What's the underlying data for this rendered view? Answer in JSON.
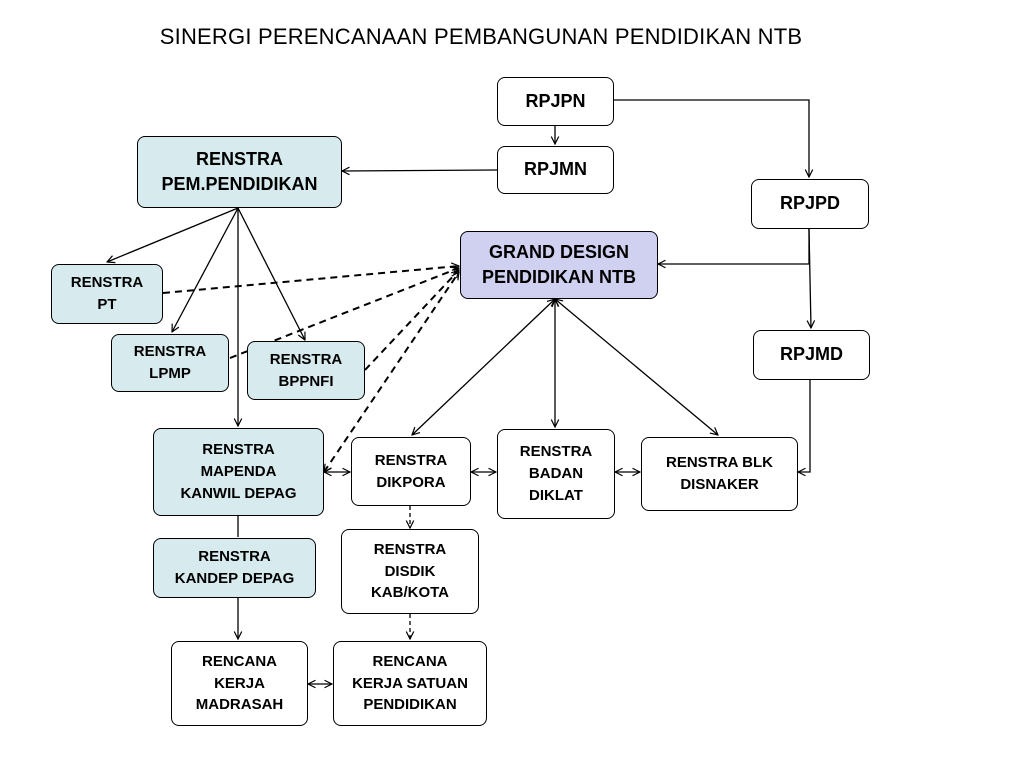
{
  "title": "SINERGI PERENCANAAN PEMBANGUNAN PENDIDIKAN NTB",
  "nodes": {
    "rpjpn": "RPJPN",
    "rpjmn": "RPJMN",
    "rpjpd": "RPJPD",
    "rpjmd": "RPJMD",
    "renstra_pem": "RENSTRA\nPEM.PENDIDIKAN",
    "grand_design": "GRAND DESIGN\nPENDIDIKAN NTB",
    "renstra_pt": "RENSTRA\nPT",
    "renstra_lpmp": "RENSTRA\nLPMP",
    "renstra_bppnfi": "RENSTRA\nBPPNFI",
    "renstra_mapenda": "RENSTRA\nMAPENDA\nKANWIL DEPAG",
    "renstra_kandep": "RENSTRA\nKANDEP DEPAG",
    "renstra_dikpora": "RENSTRA\nDIKPORA",
    "renstra_badan_diklat": "RENSTRA\nBADAN\nDIKLAT",
    "renstra_blk": "RENSTRA BLK\nDISNAKER",
    "renstra_disdik": "RENSTRA\nDISDIK\nKAB/KOTA",
    "rencana_madrasah": "RENCANA\nKERJA\nMADRASAH",
    "rencana_satuan": "RENCANA\nKERJA SATUAN\nPENDIDIKAN"
  },
  "colors": {
    "renstra_fill": "#d7ebef",
    "grand_design_fill": "#d0d0f0",
    "line": "#000000"
  }
}
